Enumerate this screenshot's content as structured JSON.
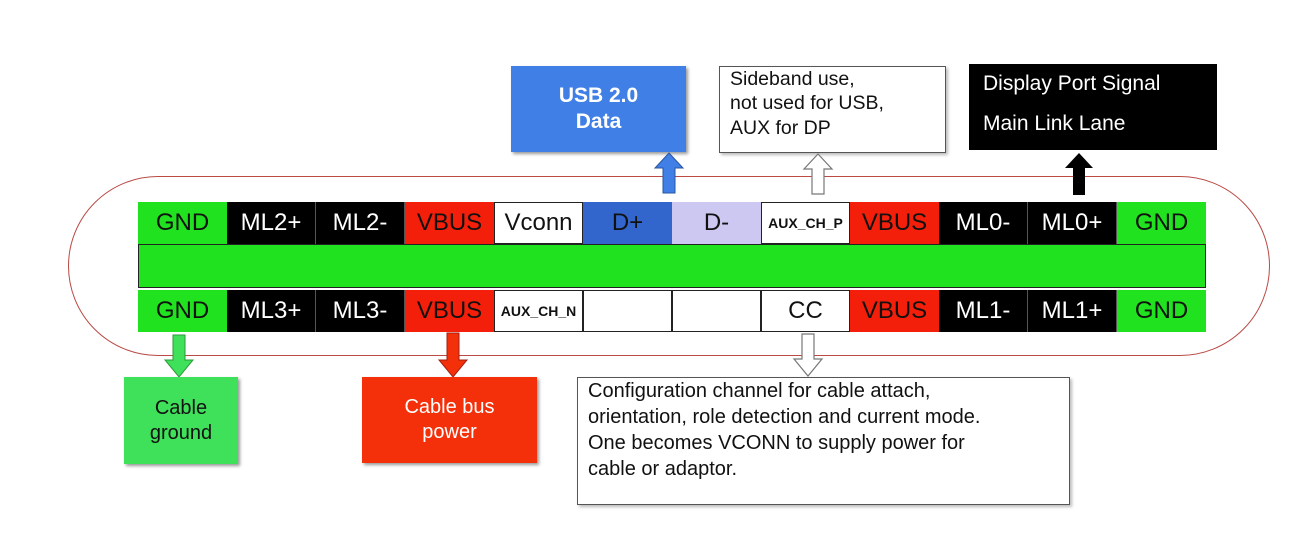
{
  "top_row": [
    {
      "label": "GND",
      "style": "green"
    },
    {
      "label": "ML2+",
      "style": "black"
    },
    {
      "label": "ML2-",
      "style": "black"
    },
    {
      "label": "VBUS",
      "style": "red"
    },
    {
      "label": "Vconn",
      "style": "white"
    },
    {
      "label": "D+",
      "style": "blue"
    },
    {
      "label": "D-",
      "style": "lav"
    },
    {
      "label": "AUX_CH_P",
      "style": "white small"
    },
    {
      "label": "VBUS",
      "style": "red"
    },
    {
      "label": "ML0-",
      "style": "black"
    },
    {
      "label": "ML0+",
      "style": "black"
    },
    {
      "label": "GND",
      "style": "green"
    }
  ],
  "bottom_row": [
    {
      "label": "GND",
      "style": "green"
    },
    {
      "label": "ML3+",
      "style": "black"
    },
    {
      "label": "ML3-",
      "style": "black"
    },
    {
      "label": "VBUS",
      "style": "red"
    },
    {
      "label": "AUX_CH_N",
      "style": "white small"
    },
    {
      "label": "",
      "style": "white"
    },
    {
      "label": "",
      "style": "white"
    },
    {
      "label": "CC",
      "style": "white"
    },
    {
      "label": "VBUS",
      "style": "red"
    },
    {
      "label": "ML1-",
      "style": "black"
    },
    {
      "label": "ML1+",
      "style": "black"
    },
    {
      "label": "GND",
      "style": "green"
    }
  ],
  "callouts": {
    "usb2": {
      "line1": "USB 2.0",
      "line2": "Data"
    },
    "sideband": {
      "line1": "Sideband use,",
      "line2": "not used for USB,",
      "line3": "AUX for DP"
    },
    "displayport": {
      "line1": "Display Port Signal",
      "line2": "Main Link Lane"
    },
    "ground": {
      "line1": "Cable",
      "line2": "ground"
    },
    "power": {
      "line1": "Cable bus",
      "line2": "power"
    },
    "cc": {
      "line1": "Configuration channel for cable attach,",
      "line2": "orientation, role detection and current mode.",
      "line3": "One becomes VCONN to supply power for",
      "line4": "cable or adaptor."
    }
  },
  "colors": {
    "gnd": "#21e21f",
    "vbus": "#f41f0a",
    "dplus": "#3366cc",
    "dminus": "#cdc8f2",
    "usb_callout": "#3f7fe6",
    "outline": "#b94a44"
  }
}
